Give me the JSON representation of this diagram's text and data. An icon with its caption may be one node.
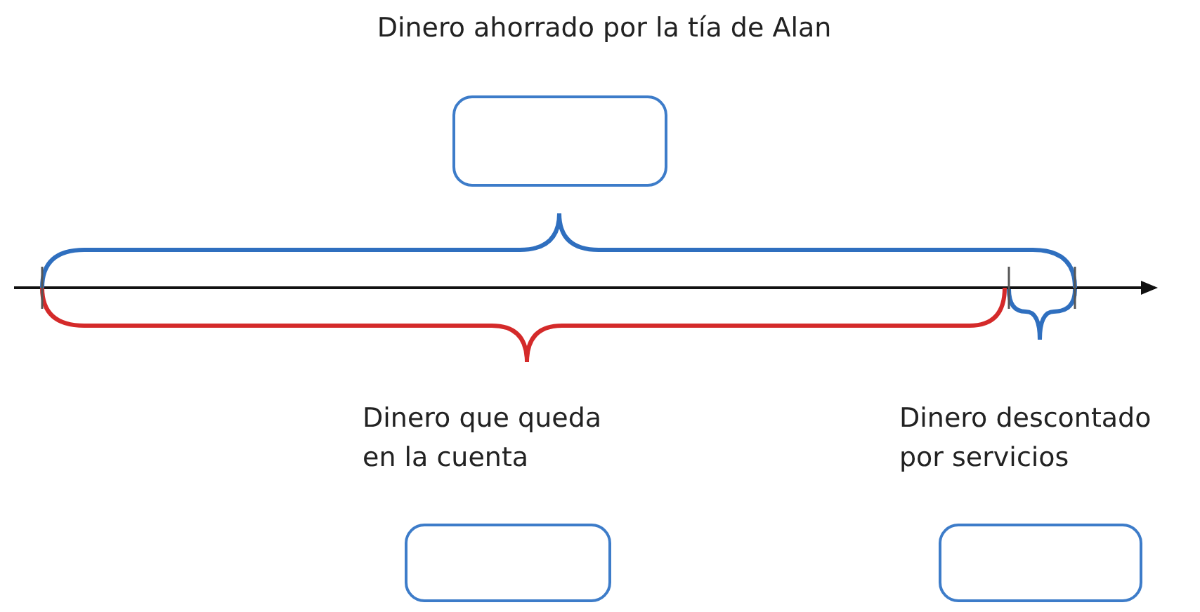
{
  "diagram": {
    "nodes": [
      {
        "text": [],
        "shape": "box",
        "beside": [
          "Dinero ahorrado por la tía de Alan"
        ]
      },
      {
        "text": [],
        "shape": "box",
        "beside": [
          "Dinero que queda en la cuenta"
        ]
      },
      {
        "text": [],
        "shape": "box",
        "beside": [
          "Dinero descontado por servicios"
        ]
      }
    ]
  }
}
